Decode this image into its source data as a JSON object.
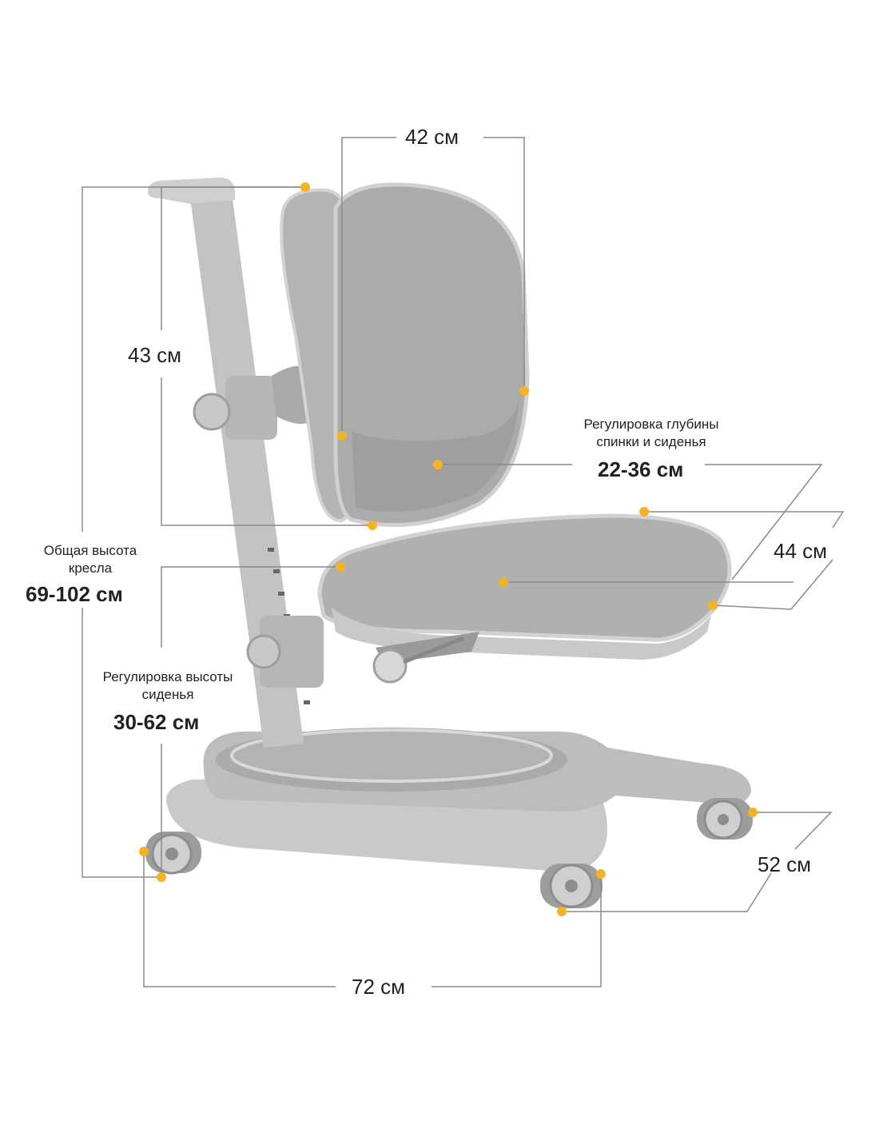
{
  "labels": {
    "backrest_width": "42 см",
    "backrest_height": "43 см",
    "total_height_caption_line1": "Общая высота",
    "total_height_caption_line2": "кресла",
    "total_height_value": "69-102 см",
    "depth_caption_line1": "Регулировка глубины",
    "depth_caption_line2": "спинки и сиденья",
    "depth_value": "22-36 см",
    "seat_depth": "44 см",
    "seat_height_caption_line1": "Регулировка высоты",
    "seat_height_caption_line2": "сиденья",
    "seat_height_value": "30-62 см",
    "base_depth": "52 см",
    "base_width": "72 см"
  },
  "colors": {
    "marker": "#F5B324",
    "line": "#8a8a8a",
    "chair": "#b9b9b9",
    "chair_dark": "#9c9c9c",
    "chair_light": "#d6d6d6"
  }
}
